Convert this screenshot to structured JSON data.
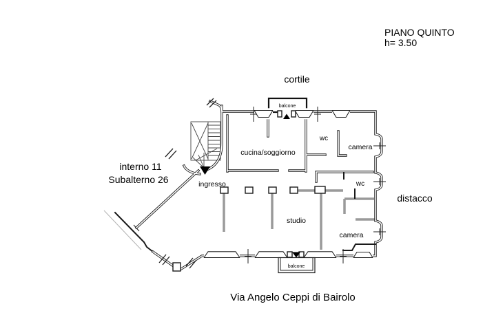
{
  "header": {
    "floor_title": "PIANO QUINTO",
    "floor_height": "h= 3.50"
  },
  "annotations": {
    "cortile": "cortile",
    "interno": "interno 11",
    "subalterno": "Subalterno 26",
    "distacco": "distacco",
    "street": "Via Angelo Ceppi di Bairolo"
  },
  "rooms": {
    "ingresso": "ingresso",
    "cucina_soggiorno": "cucina/soggiorno",
    "wc_top": "wc",
    "camera_top": "camera",
    "wc_mid": "wc",
    "camera_bottom": "camera",
    "studio": "studio"
  },
  "balconies": {
    "top": "balcone",
    "bottom": "balcone"
  },
  "colors": {
    "wall": "#1a1a1a",
    "partition": "#9a9a9a",
    "background": "#ffffff"
  }
}
